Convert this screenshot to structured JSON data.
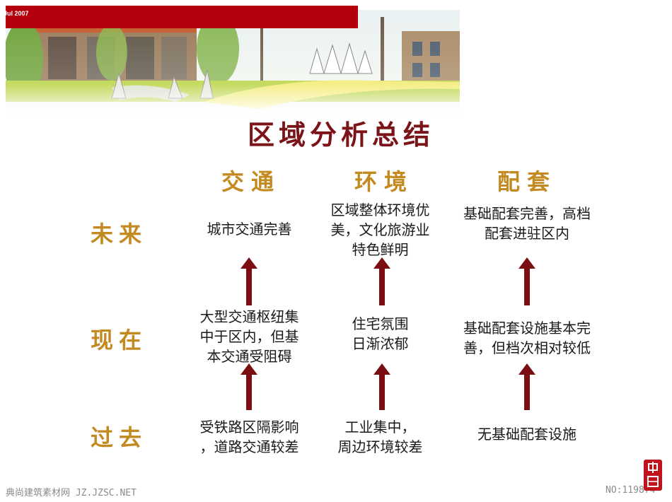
{
  "header": {
    "date": "Jul 2007"
  },
  "title": "区域分析总结",
  "columns": [
    "交通",
    "环境",
    "配套"
  ],
  "rows": [
    {
      "label": "未来",
      "cells": [
        [
          "城市交通完善"
        ],
        [
          "区域整体环境优",
          "美，文化旅游业",
          "特色鲜明"
        ],
        [
          "基础配套完善，高档",
          "配套进驻区内"
        ]
      ]
    },
    {
      "label": "现在",
      "cells": [
        [
          "大型交通枢纽集",
          "中于区内，但基",
          "本交通受阻碍"
        ],
        [
          "住宅氛围",
          "日渐浓郁"
        ],
        [
          "基础配套设施基本完",
          "善，但档次相对较低"
        ]
      ]
    },
    {
      "label": "过去",
      "cells": [
        [
          "受铁路区隔影响",
          "，道路交通较差"
        ],
        [
          "工业集中，",
          "周边环境较差"
        ],
        [
          "无基础配套设施"
        ]
      ]
    }
  ],
  "footer": {
    "left": "典尚建筑素材网 JZ.JZSC.NET",
    "right": "NO:119874"
  },
  "colors": {
    "accent_red": "#b4000c",
    "title": "#7a1418",
    "gold": "#c48a22",
    "arrow": "#7a0e12"
  }
}
